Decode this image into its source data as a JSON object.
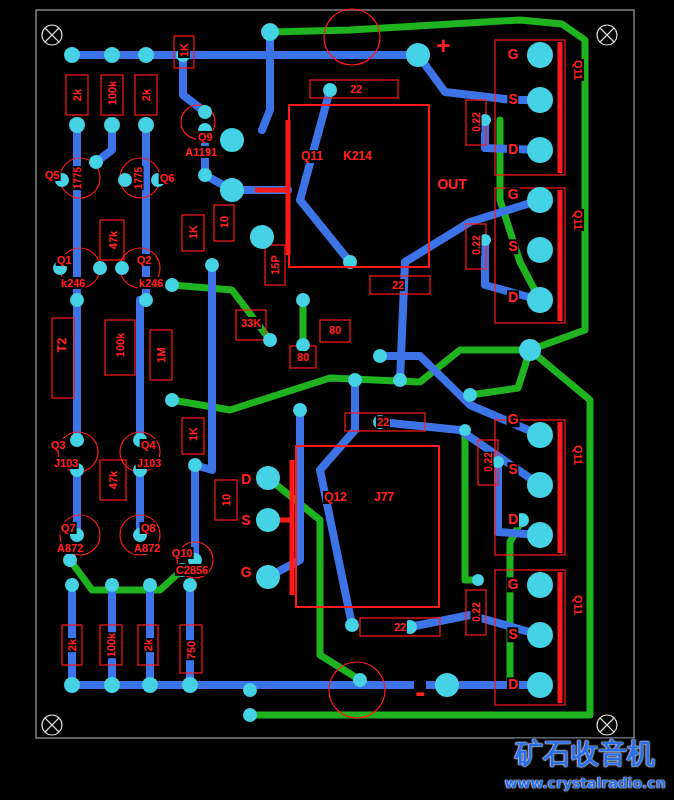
{
  "diagram": {
    "nodes": [
      {
        "text": [
          "Q11",
          "K214"
        ]
      },
      {
        "text": [
          "Q12",
          "J77"
        ]
      }
    ],
    "labels": [
      "1K",
      "2k",
      "100k",
      "2k",
      "+",
      "22",
      "G",
      "Q11",
      "0.22",
      "S",
      "Q9",
      "A1191",
      "D",
      "Q5",
      "1775",
      "1775",
      "Q6",
      "OUT",
      "G",
      "10",
      "Q11",
      "1K",
      "47k",
      "0.22",
      "S",
      "Q1",
      "Q2",
      "15P",
      "k246",
      "k246",
      "22",
      "D",
      "33K",
      "80",
      "T2",
      "100k",
      "1M",
      "80",
      "G",
      "22",
      "1K",
      "Q3",
      "Q4",
      "0.22",
      "J103",
      "J103",
      "S",
      "D",
      "47k",
      "10",
      "Q11",
      "S",
      "D",
      "Q7",
      "Q8",
      "A872",
      "A872",
      "Q10",
      "C2856",
      "G",
      "G",
      "Q11",
      "0.22",
      "22",
      "S",
      "2k",
      "100k",
      "2k",
      "750",
      "D",
      "-",
      "矿石收音机",
      "www.crystalradio.cn"
    ]
  }
}
